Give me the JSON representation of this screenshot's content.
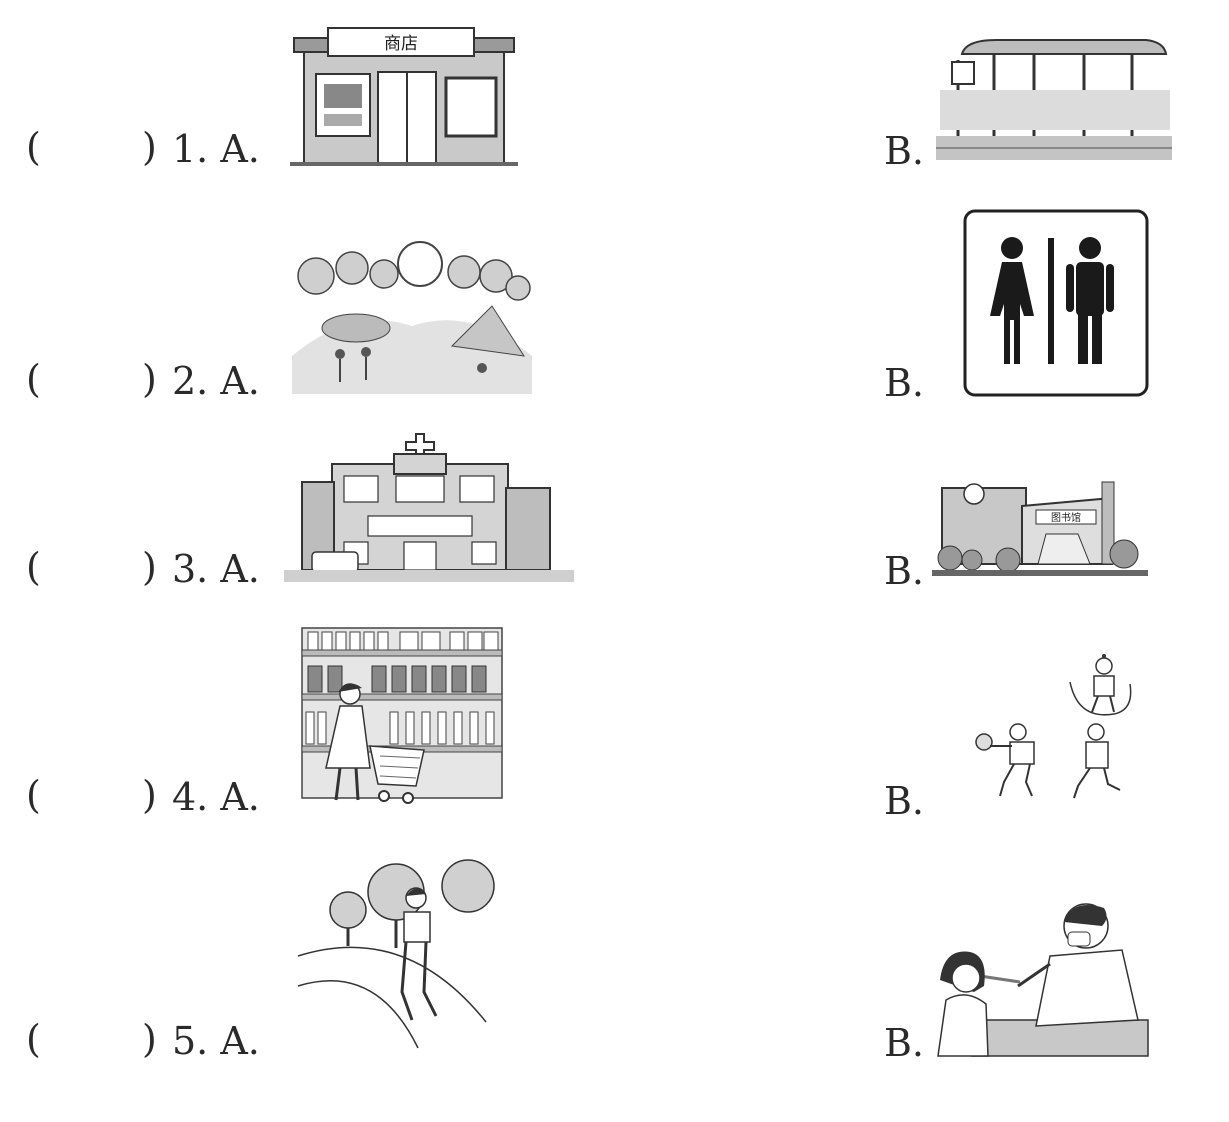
{
  "questions": [
    {
      "paren_open": "(",
      "paren_close": ")",
      "label_a": "1. A.",
      "label_b": "B.",
      "a_sign_text": "商店",
      "a_picture": "store",
      "b_picture": "bus-stop"
    },
    {
      "paren_open": "(",
      "paren_close": ")",
      "label_a": "2. A.",
      "label_b": "B.",
      "a_picture": "park",
      "b_picture": "restroom-sign"
    },
    {
      "paren_open": "(",
      "paren_close": ")",
      "label_a": "3. A.",
      "label_b": "B.",
      "a_picture": "hospital",
      "b_picture": "library",
      "b_sign_text": "图书馆"
    },
    {
      "paren_open": "(",
      "paren_close": ")",
      "label_a": "4. A.",
      "label_b": "B.",
      "a_picture": "supermarket",
      "b_picture": "children-playing"
    },
    {
      "paren_open": "(",
      "paren_close": ")",
      "label_a": "5. A.",
      "label_b": "B.",
      "a_picture": "girl-walking-in-park",
      "b_picture": "doctor-examining-girl"
    }
  ],
  "colors": {
    "ink": "#2a2a2a",
    "gray": "#b8b8b8",
    "light": "#d6d6d6"
  }
}
